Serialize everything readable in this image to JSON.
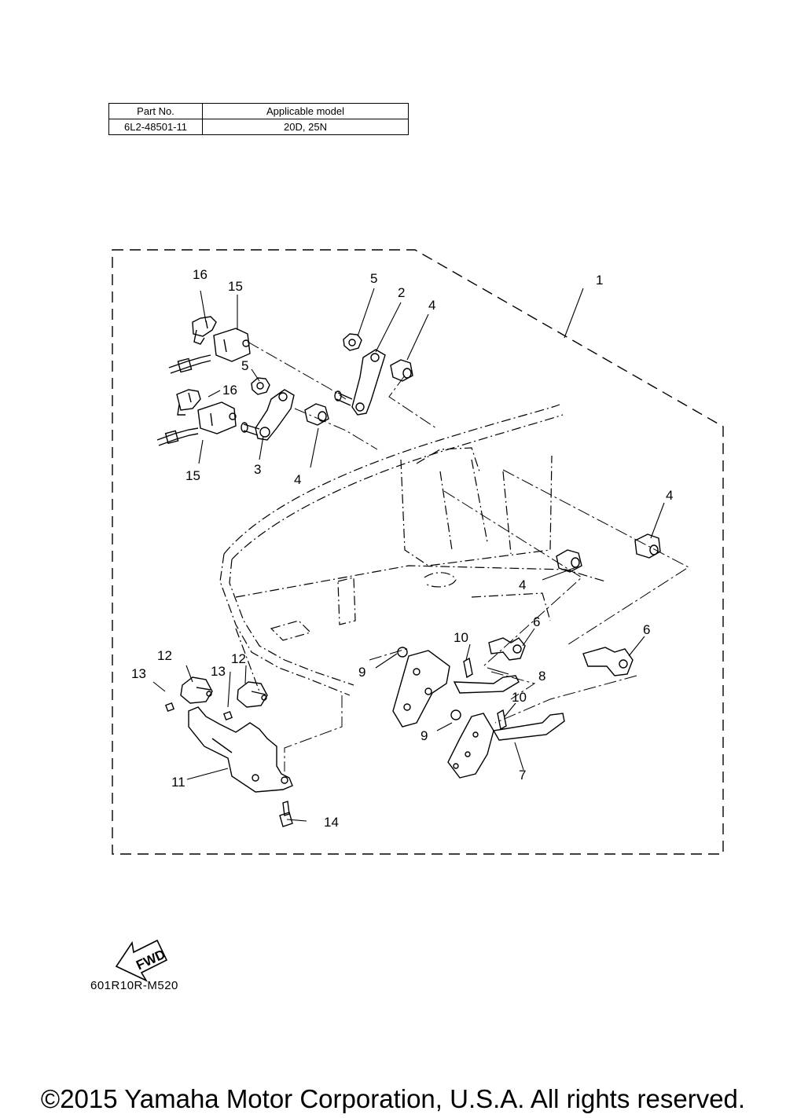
{
  "table": {
    "header": {
      "part_no": "Part No.",
      "model": "Applicable model"
    },
    "row": {
      "part_no": "6L2-48501-11",
      "model": "20D, 25N"
    }
  },
  "callouts": {
    "c1": "1",
    "c2": "2",
    "c3": "3",
    "c4a": "4",
    "c4b": "4",
    "c4c": "4",
    "c4d": "4",
    "c5a": "5",
    "c5b": "5",
    "c6a": "6",
    "c6b": "6",
    "c7": "7",
    "c8": "8",
    "c9a": "9",
    "c9b": "9",
    "c10a": "10",
    "c10b": "10",
    "c11": "11",
    "c12a": "12",
    "c12b": "12",
    "c13a": "13",
    "c13b": "13",
    "c14": "14",
    "c15a": "15",
    "c15b": "15",
    "c16a": "16",
    "c16b": "16"
  },
  "fwd_label": "FWD",
  "diagram_code": "601R10R-M520",
  "copyright": "©2015 Yamaha Motor Corporation, U.S.A. All rights reserved.",
  "colors": {
    "line": "#000000",
    "background": "#ffffff"
  }
}
